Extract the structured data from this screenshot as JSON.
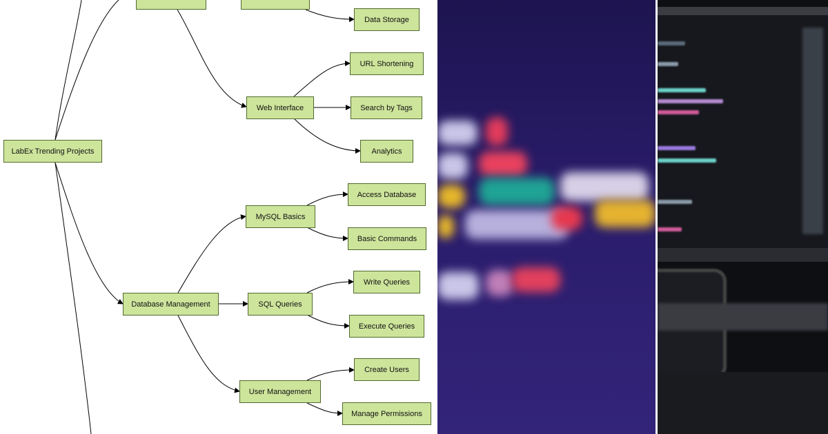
{
  "diagram": {
    "root": "LabEx Trending Projects",
    "nodes": {
      "data_storage": "Data Storage",
      "web_interface": "Web Interface",
      "url_shortening": "URL Shortening",
      "search_by_tags": "Search by Tags",
      "analytics": "Analytics",
      "database_management": "Database Management",
      "mysql_basics": "MySQL Basics",
      "access_database": "Access Database",
      "basic_commands": "Basic Commands",
      "sql_queries": "SQL Queries",
      "write_queries": "Write Queries",
      "execute_queries": "Execute Queries",
      "user_management": "User Management",
      "create_users": "Create Users",
      "manage_permissions": "Manage Permissions"
    },
    "colors": {
      "node_fill": "#cde49b",
      "node_border": "#4f6a2c",
      "edge": "#000000"
    }
  }
}
